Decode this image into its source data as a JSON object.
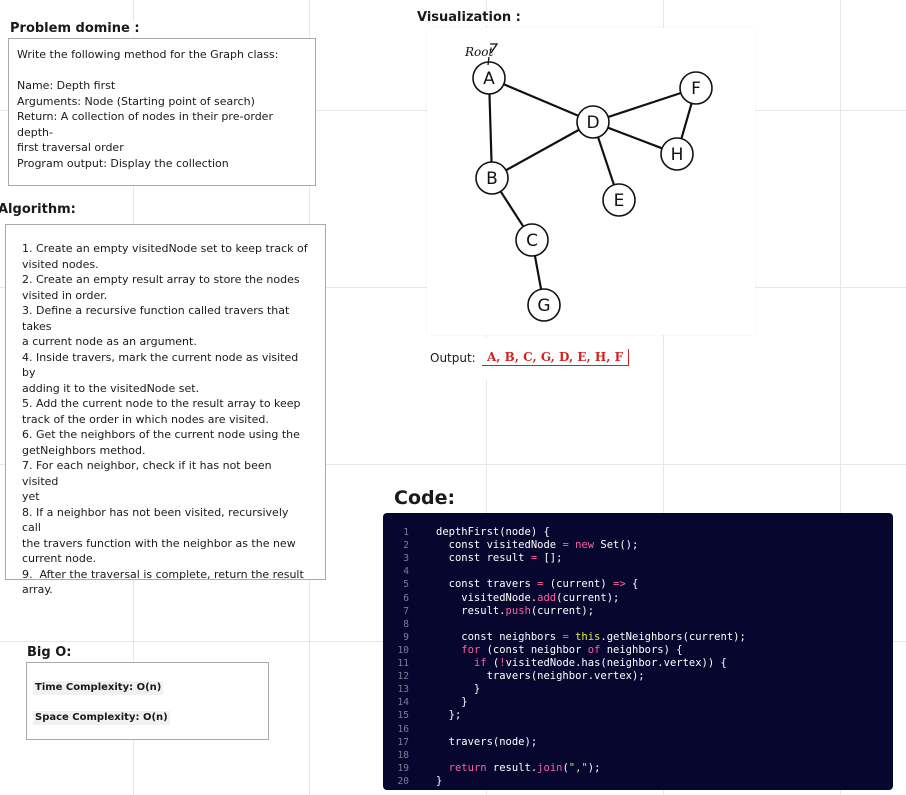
{
  "problem": {
    "heading": "Problem domine :",
    "lines": [
      "Write the following method for the Graph class:",
      "",
      "Name: Depth first",
      "Arguments: Node (Starting point of search)",
      "Return: A collection of nodes in their pre-order depth-",
      "first traversal order",
      "Program output: Display the collection"
    ]
  },
  "algorithm": {
    "heading": "Algorithm:",
    "lines": [
      "1. Create an empty visitedNode set to keep track of",
      "visited nodes.",
      "2. Create an empty result array to store the nodes",
      "visited in order.",
      "3. Define a recursive function called travers that takes",
      "a current node as an argument.",
      "4. Inside travers, mark the current node as visited by",
      "adding it to the visitedNode set.",
      "5. Add the current node to the result array to keep",
      "track of the order in which nodes are visited.",
      "6. Get the neighbors of the current node using the",
      "getNeighbors method.",
      "7. For each neighbor, check if it has not been visited",
      "yet",
      "8. If a neighbor has not been visited, recursively call",
      "the travers function with the neighbor as the new",
      "current node.",
      "9.  After the traversal is complete, return the result",
      "array."
    ]
  },
  "big_o": {
    "heading": "Big O:",
    "time": "Time Complexity:  O(n)",
    "space": "Space Complexity: O(n)"
  },
  "visualization": {
    "heading": "Visualization :",
    "root_label": "Root",
    "nodes": [
      "A",
      "B",
      "C",
      "D",
      "E",
      "F",
      "G",
      "H"
    ],
    "edges": [
      [
        "A",
        "B"
      ],
      [
        "A",
        "D"
      ],
      [
        "B",
        "D"
      ],
      [
        "B",
        "C"
      ],
      [
        "C",
        "G"
      ],
      [
        "D",
        "E"
      ],
      [
        "D",
        "F"
      ],
      [
        "D",
        "H"
      ],
      [
        "F",
        "H"
      ]
    ]
  },
  "output": {
    "label": "Output:",
    "value": "A, B, C, G, D, E, H, F"
  },
  "code": {
    "heading": "Code:",
    "lines": [
      "depthFirst(node) {",
      "  const visitedNode = new Set();",
      "  const result = [];",
      "",
      "  const travers = (current) => {",
      "    visitedNode.add(current);",
      "    result.push(current);",
      "",
      "    const neighbors = this.getNeighbors(current);",
      "    for (const neighbor of neighbors) {",
      "      if (!visitedNode.has(neighbor.vertex)) {",
      "        travers(neighbor.vertex);",
      "      }",
      "    }",
      "  };",
      "",
      "  travers(node);",
      "",
      "  return result.join(\",\");",
      "}"
    ]
  }
}
